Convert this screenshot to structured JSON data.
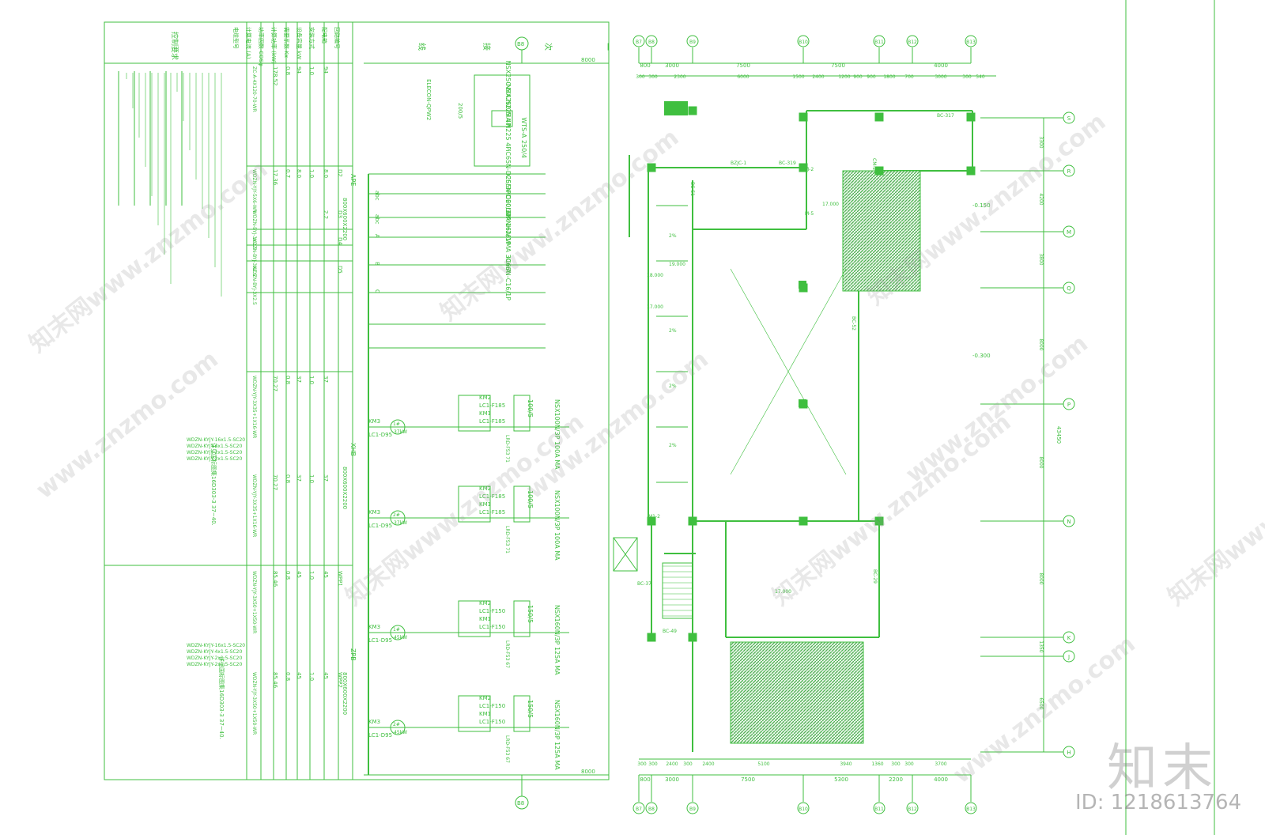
{
  "colors": {
    "line": "#3fbf3f",
    "hatch": "#4caf50",
    "text": "#3fbf3f"
  },
  "schedule": {
    "row_labels": [
      "回路编号",
      "配电箱",
      "安装方式",
      "设备容量 kW",
      "需要系数 Kx",
      "计算功率 (kW)",
      "功率因数 COSφ",
      "计算电流 (A)",
      "电缆型号"
    ],
    "section_title": "控制要求",
    "cabinets": [
      {
        "name": "APE",
        "size": "800X600X2200",
        "line_count": "3"
      },
      {
        "name": "XHB",
        "size": "800X600X2200",
        "line_count": "3"
      },
      {
        "name": "ZPB",
        "size": "800X600X2200",
        "line_count": "3"
      }
    ],
    "cols": [
      {
        "code": "",
        "pe": "94",
        "kx": "1.0",
        "pc": "94",
        "cos": "0.8",
        "ic": "178.52",
        "cable": "ZC-A-4X120-70-WR"
      },
      {
        "code": "D2",
        "pe": "8.0",
        "kx": "1.0",
        "pc": "8.0",
        "cos": "0.7",
        "ic": "17.36",
        "cable": "WDZN-YJY-5X6-WR"
      },
      {
        "code": "D3",
        "pe": "2.2",
        "kx": "",
        "pc": "",
        "cos": "",
        "ic": "",
        "cable": "WDZN-BYJ-3X2.5"
      },
      {
        "code": "D4",
        "pe": "",
        "kx": "",
        "pc": "",
        "cos": "",
        "ic": "",
        "cable": "WDZN-BYJ-3X2.5"
      },
      {
        "code": "D5",
        "pe": "",
        "kx": "",
        "pc": "",
        "cos": "",
        "ic": "",
        "cable": "WDZN-BYJ-3X2.5"
      },
      {
        "code": "",
        "pe": "37",
        "kx": "1.0",
        "pc": "37",
        "cos": "0.8",
        "ic": "70.27",
        "cable": "WDZN-YJY-3X35+1X16-WR"
      },
      {
        "code": "",
        "pe": "37",
        "kx": "1.0",
        "pc": "37",
        "cos": "0.8",
        "ic": "70.27",
        "cable": "WDZN-YJY-3X35+1X16-WR"
      },
      {
        "code": "WPP1",
        "pe": "45",
        "kx": "1.0",
        "pc": "45",
        "cos": "0.8",
        "ic": "85.46",
        "cable": "WDZN-YJY-3X50+1X50-WR"
      },
      {
        "code": "WPP2",
        "pe": "45",
        "kx": "1.0",
        "pc": "45",
        "cos": "0.8",
        "ic": "85.46",
        "cable": "WDZN-YJY-3X50+1X50-WR"
      }
    ],
    "control_notes": [
      "WDZN-KYJY-16x1.5-SC20",
      "WDZN-KYJY-4x1.5-SC20",
      "WDZN-KYJY-2x1.5-SC20",
      "WDZN-KYJY-2x1.5-SC20"
    ],
    "ref_note": "详见国标图集16D303-3 37~40."
  },
  "circuit": {
    "header_labels": [
      "一",
      "次",
      "接",
      "线"
    ],
    "top_nodes": [
      "B8",
      "B8"
    ],
    "breakers": [
      {
        "label": "WTS-A 250/4"
      },
      {
        "label": "NSX250-MA N225 4P"
      },
      {
        "label": "NSX250-MA N225 4P"
      },
      {
        "label": "iC65N-D25/3P"
      },
      {
        "label": "iC65N-D20/3P"
      },
      {
        "label": "iC60LMA-16A/1P"
      },
      {
        "label": "iDPNH16VMA 30mA"
      },
      {
        "label": "iC65N-C16/1P"
      }
    ],
    "meter": "ELECON-QPW2",
    "ct": "200/5",
    "phases": [
      "abc",
      "abc",
      "A",
      "B",
      "C"
    ],
    "motors": [
      {
        "no": "1#",
        "kw": "37kW",
        "km": "KM3",
        "lc": "LC1-D95",
        "km2": "KM2",
        "lc2": "LC1-F185",
        "km1": "KM1",
        "lc1": "LC1-F185",
        "ct": "100/5",
        "br": "NSX100N/3P 100A MA",
        "relay": "LRD-F53 71"
      },
      {
        "no": "2#",
        "kw": "37kW",
        "km": "KM3",
        "lc": "LC1-D95",
        "km2": "KM2",
        "lc2": "LC1-F185",
        "km1": "KM1",
        "lc1": "LC1-F185",
        "ct": "100/5",
        "br": "NSX100N/3P 100A MA",
        "relay": "LRD-F53 71"
      },
      {
        "no": "1#",
        "kw": "45kW",
        "km": "KM3",
        "lc": "LC1-D95",
        "km2": "KM2",
        "lc2": "LC1-F150",
        "km1": "KM1",
        "lc1": "LC1-F150",
        "ct": "150/5",
        "br": "NSX160N/3P 125A MA",
        "relay": "LRD-F53 67"
      },
      {
        "no": "2#",
        "kw": "45kW",
        "km": "KM3",
        "lc": "LC1-D95",
        "km2": "KM2",
        "lc2": "LC1-F150",
        "km1": "KM1",
        "lc1": "LC1-F150",
        "ct": "150/5",
        "br": "NSX160N/3P 125A MA",
        "relay": "LRD-F53 67"
      }
    ],
    "dim_bottom": "8000",
    "dim_top": "8000"
  },
  "plan": {
    "top_dims_1": [
      "800",
      "3000",
      "7500",
      "7500",
      "4000"
    ],
    "top_dims_2": [
      "300",
      "300",
      "2300",
      "6000",
      "1500",
      "2400",
      "1200",
      "900",
      "900",
      "1800",
      "700",
      "3000",
      "300",
      "540"
    ],
    "bottom_dims_1": [
      "300",
      "300",
      "2400",
      "300",
      "2400",
      "5100",
      "3940",
      "1360",
      "300",
      "300",
      "3700"
    ],
    "bottom_dims_2": [
      "800",
      "3000",
      "7500",
      "5300",
      "2200",
      "4000"
    ],
    "grid_cols": [
      "B7",
      "B8",
      "B9",
      "B10",
      "B11",
      "B12",
      "B13"
    ],
    "grid_rows": [
      "S",
      "R",
      "M",
      "Q",
      "P",
      "N",
      "K",
      "J",
      "H"
    ],
    "right_dims": [
      "3300",
      "4200",
      "3800",
      "8000",
      "8000",
      "8000",
      "1350",
      "6500"
    ],
    "total": "43450",
    "levels": [
      "-0.150",
      "-0.300"
    ],
    "rooms": [
      {
        "label": "BC-317"
      },
      {
        "label": "BC-319"
      },
      {
        "label": "BZJC-1"
      },
      {
        "label": "BC-51"
      },
      {
        "label": "BC-52"
      },
      {
        "label": "BC-49"
      },
      {
        "label": "BC-37"
      },
      {
        "label": "BC-29"
      },
      {
        "label": "M-5"
      },
      {
        "label": "M-2"
      },
      {
        "label": "CM-2"
      },
      {
        "label": "M1-2"
      }
    ],
    "elevs": [
      "17.000",
      "19.000",
      "18.000",
      "17.000",
      "17.000"
    ],
    "pct": [
      "2%",
      "2%",
      "2%",
      "2%"
    ]
  },
  "watermarks": [
    "知末网www.znzmo.com",
    "www.znzmo.com"
  ],
  "brand": {
    "logo": "知末",
    "id": "ID: 1218613764"
  }
}
